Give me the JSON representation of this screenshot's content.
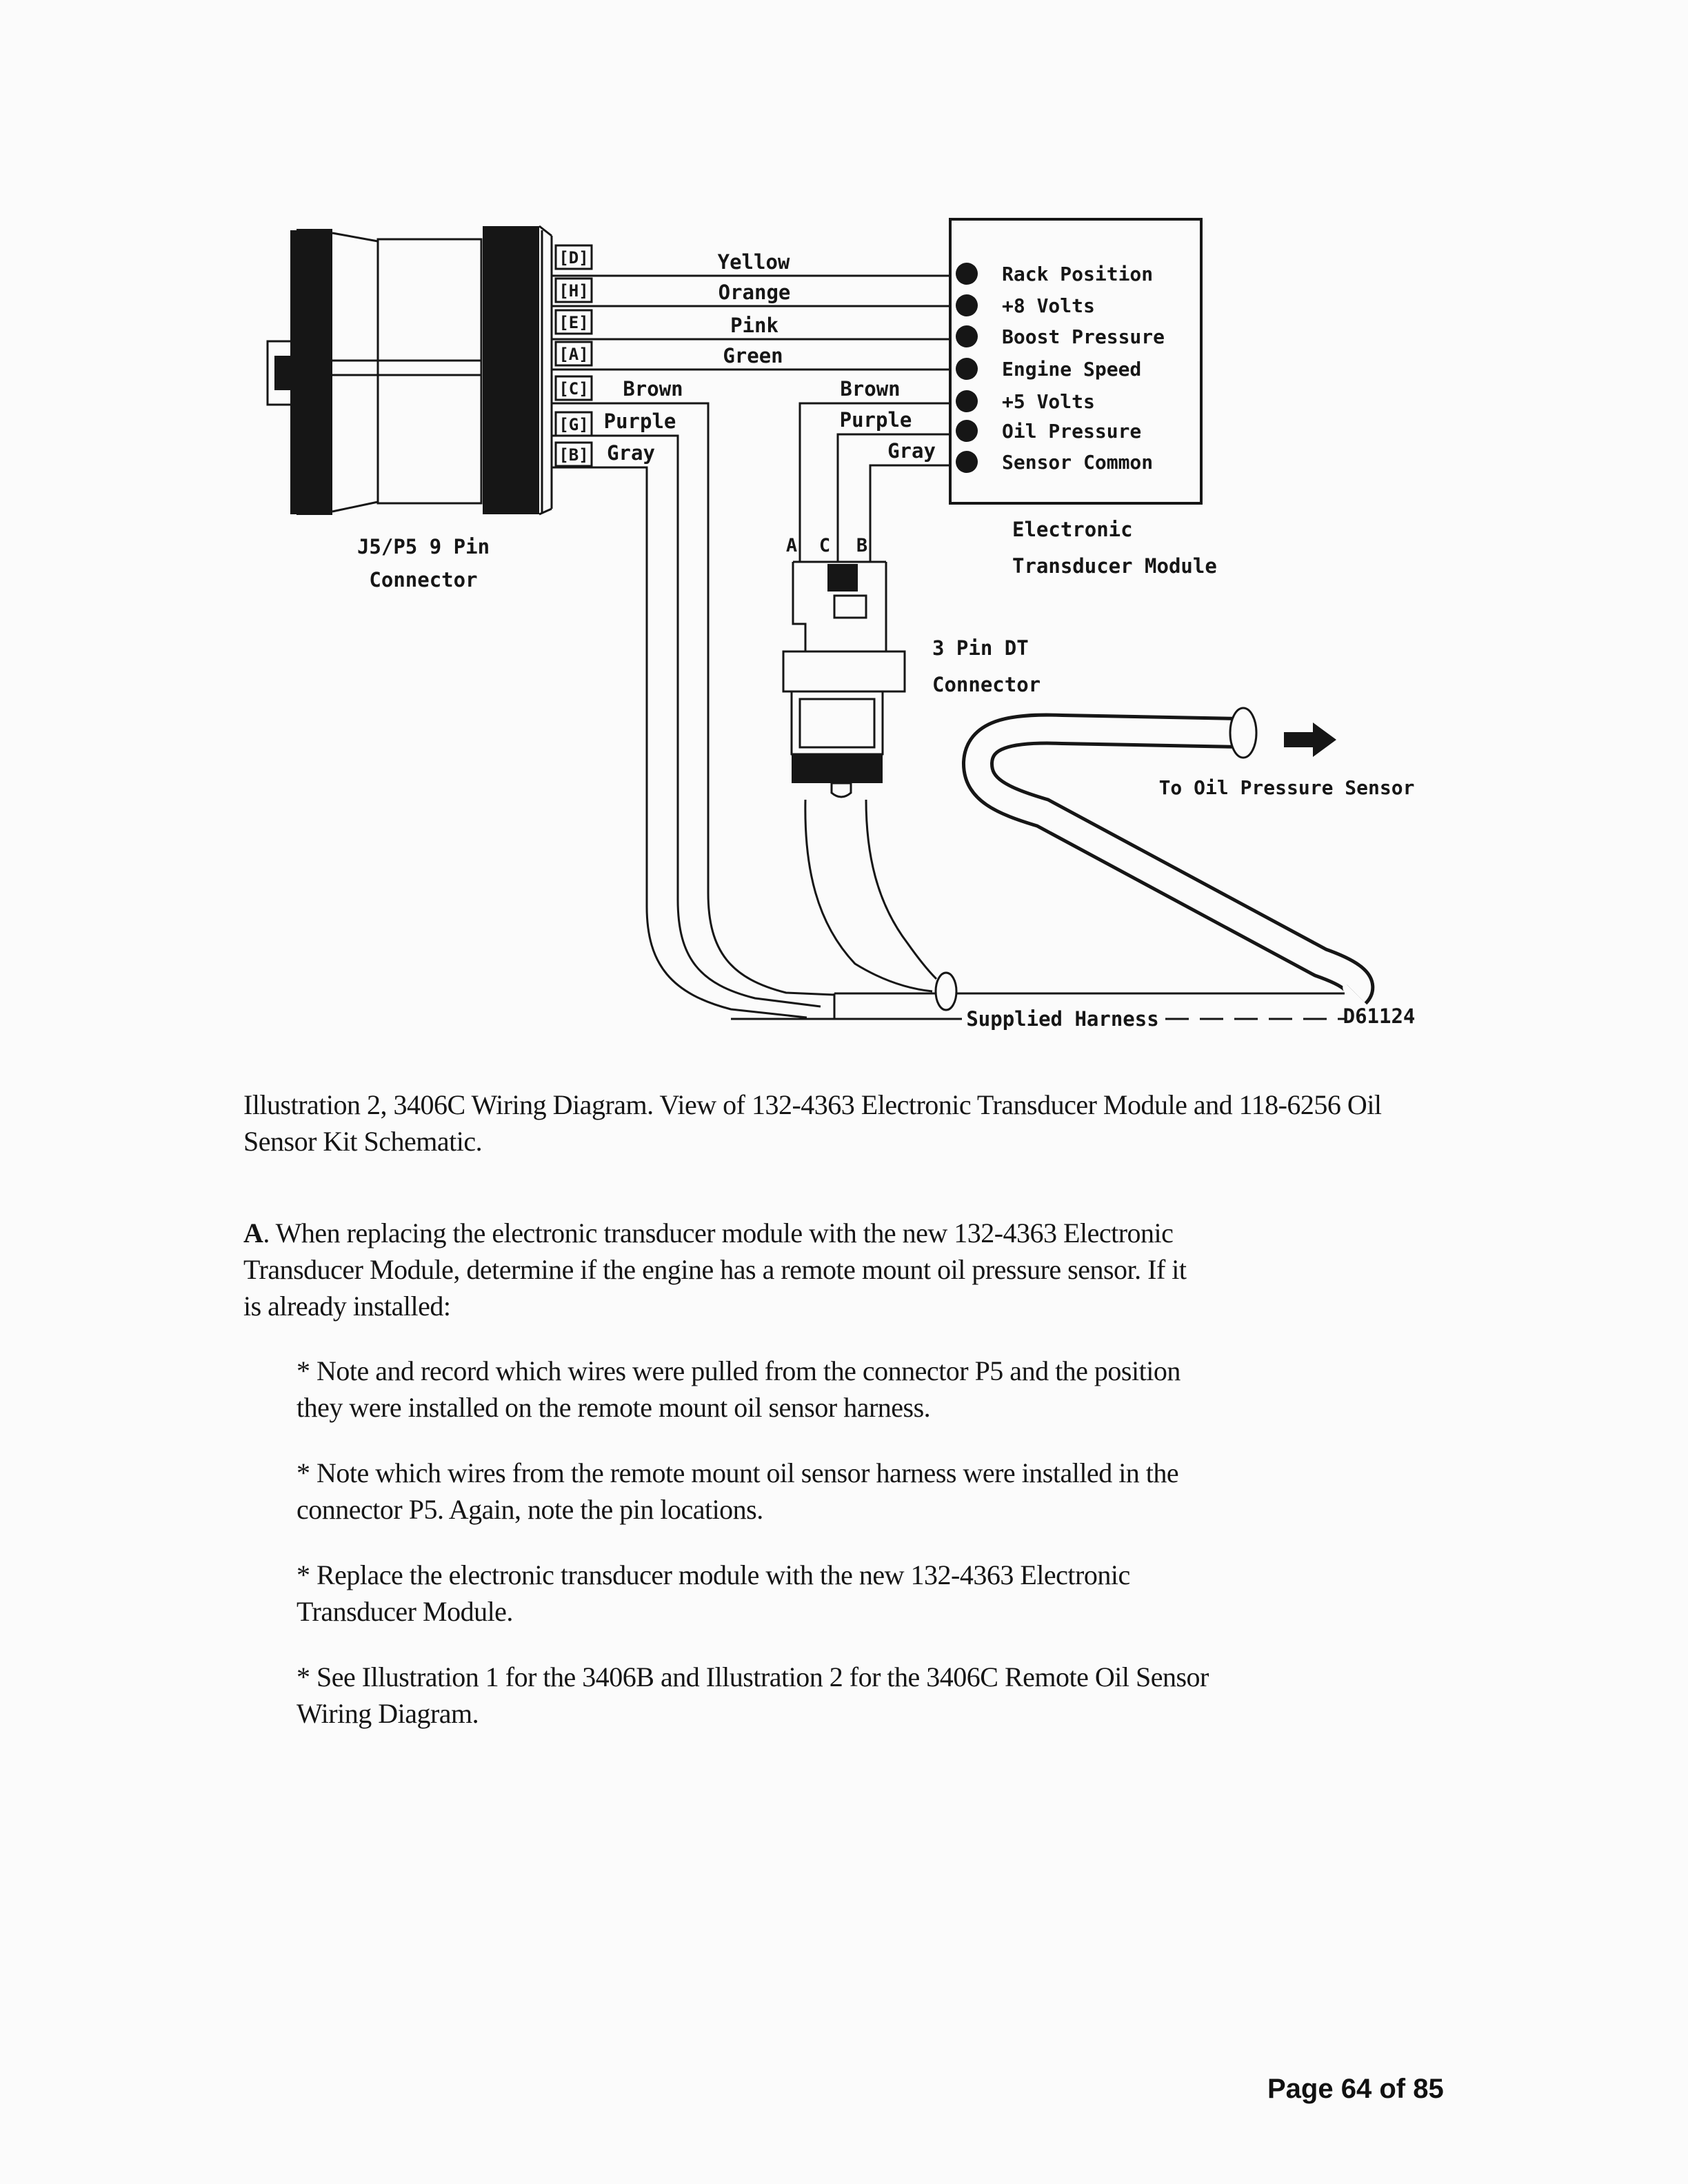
{
  "caption": {
    "lines": [
      "Illustration 2, 3406C Wiring Diagram. View of 132-4363 Electronic Transducer Module and 118-6256 Oil",
      "Sensor Kit Schematic."
    ]
  },
  "para_a": {
    "lead": "A",
    "lines": [
      ". When replacing the electronic transducer module with the new 132-4363 Electronic",
      "Transducer Module, determine if the engine has a remote mount oil pressure sensor. If it",
      "is already installed:"
    ]
  },
  "bullets": [
    {
      "lines": [
        "* Note and record which wires were pulled from the connector P5 and the position",
        "they were installed on the remote mount oil sensor harness."
      ]
    },
    {
      "lines": [
        "* Note which wires from the remote mount oil sensor harness were installed in the",
        "connector P5. Again, note the pin locations."
      ]
    },
    {
      "lines": [
        "* Replace the electronic transducer module with the new 132-4363 Electronic",
        "Transducer Module."
      ]
    },
    {
      "lines": [
        "* See Illustration 1 for the 3406B and Illustration 2 for the 3406C Remote Oil Sensor",
        "Wiring Diagram."
      ]
    }
  ],
  "footer": "Page 64 of 85",
  "diagram": {
    "connector_label_line1": "J5/P5 9 Pin",
    "connector_label_line2": "Connector",
    "pins": [
      "[D]",
      "[H]",
      "[E]",
      "[A]",
      "[C]",
      "[G]",
      "[B]"
    ],
    "wire_colors": [
      "Yellow",
      "Orange",
      "Pink",
      "Green",
      "Brown",
      "Purple",
      "Gray"
    ],
    "dt_wire_colors": [
      "Brown",
      "Purple",
      "Gray"
    ],
    "dt_pins": [
      "A",
      "C",
      "B"
    ],
    "dt_label_line1": "3 Pin DT",
    "dt_label_line2": "Connector",
    "module_pins": [
      "Rack Position",
      "+8 Volts",
      "Boost Pressure",
      "Engine Speed",
      "+5 Volts",
      "Oil Pressure",
      "Sensor Common"
    ],
    "module_label_line1": "Electronic",
    "module_label_line2": "Transducer Module",
    "to_sensor": "To Oil Pressure Sensor",
    "supplied_harness": "Supplied Harness",
    "figure_code": "D61124",
    "ink_color": "#161616",
    "paper_color": "#fbfbfb"
  }
}
